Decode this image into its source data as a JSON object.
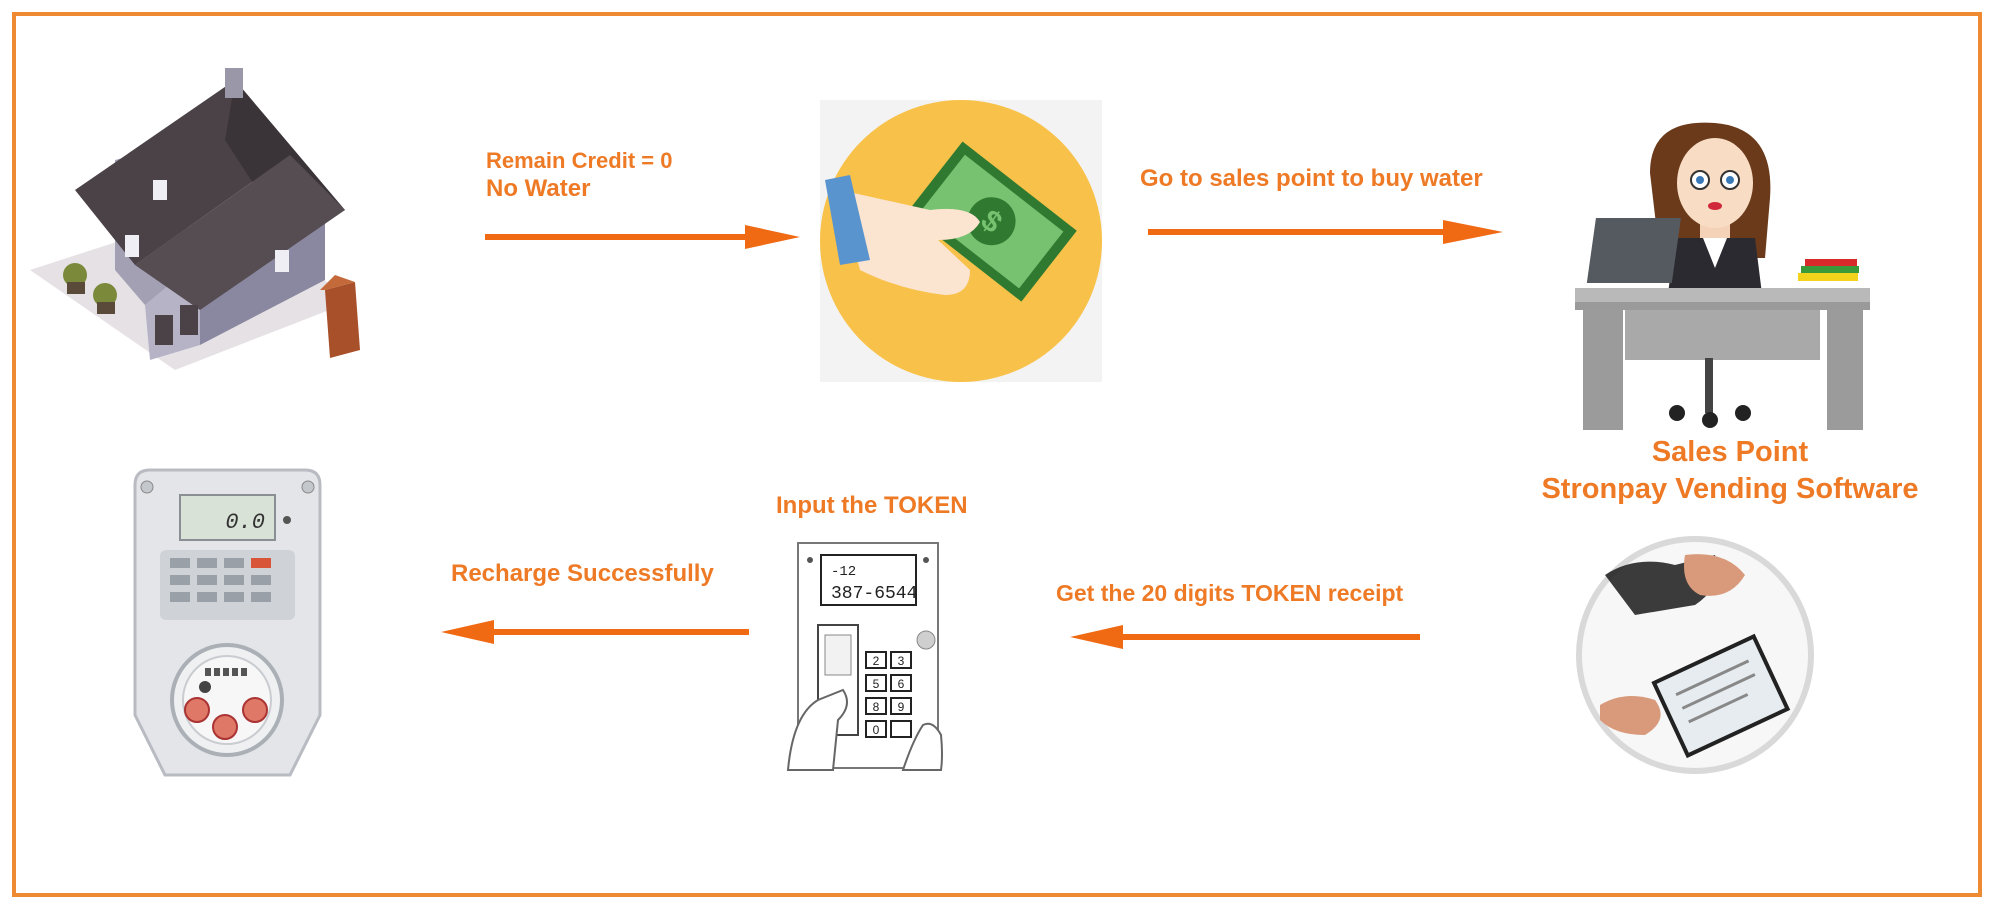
{
  "colors": {
    "accent": "#ee7a26",
    "border": "#ee8a32",
    "arrow": "#f06a14"
  },
  "steps": {
    "no_credit": {
      "line1": "Remain Credit = 0",
      "line2": "No Water"
    },
    "go_buy": {
      "label": "Go to sales point to buy water"
    },
    "sales_point": {
      "line1": "Sales Point",
      "line2": "Stronpay Vending Software"
    },
    "token_receipt": {
      "label": "Get the 20 digits TOKEN receipt"
    },
    "input_token": {
      "label": "Input the TOKEN"
    },
    "recharge": {
      "label": "Recharge Successfully"
    }
  },
  "meter_display": {
    "value": "0.0"
  },
  "keypad_display": {
    "line1": "-12",
    "line2": "387-6544"
  },
  "keypad_keys": [
    "2",
    "3",
    "5",
    "6",
    "8",
    "9",
    "0"
  ],
  "icons": [
    "house-icon",
    "cash-payment-icon",
    "sales-clerk-icon",
    "token-receipt-handover-icon",
    "keypad-input-icon",
    "water-meter-icon"
  ]
}
